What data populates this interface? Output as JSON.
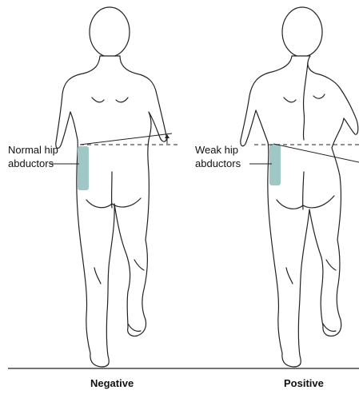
{
  "figures": [
    {
      "caption": "Negative",
      "label_line1": "Normal hip",
      "label_line2": "abductors"
    },
    {
      "caption": "Positive",
      "label_line1": "Weak hip",
      "label_line2": "abductors"
    }
  ],
  "colors": {
    "outline": "#222222",
    "muscle_highlight": "#9fc7c5",
    "background": "#ffffff"
  }
}
